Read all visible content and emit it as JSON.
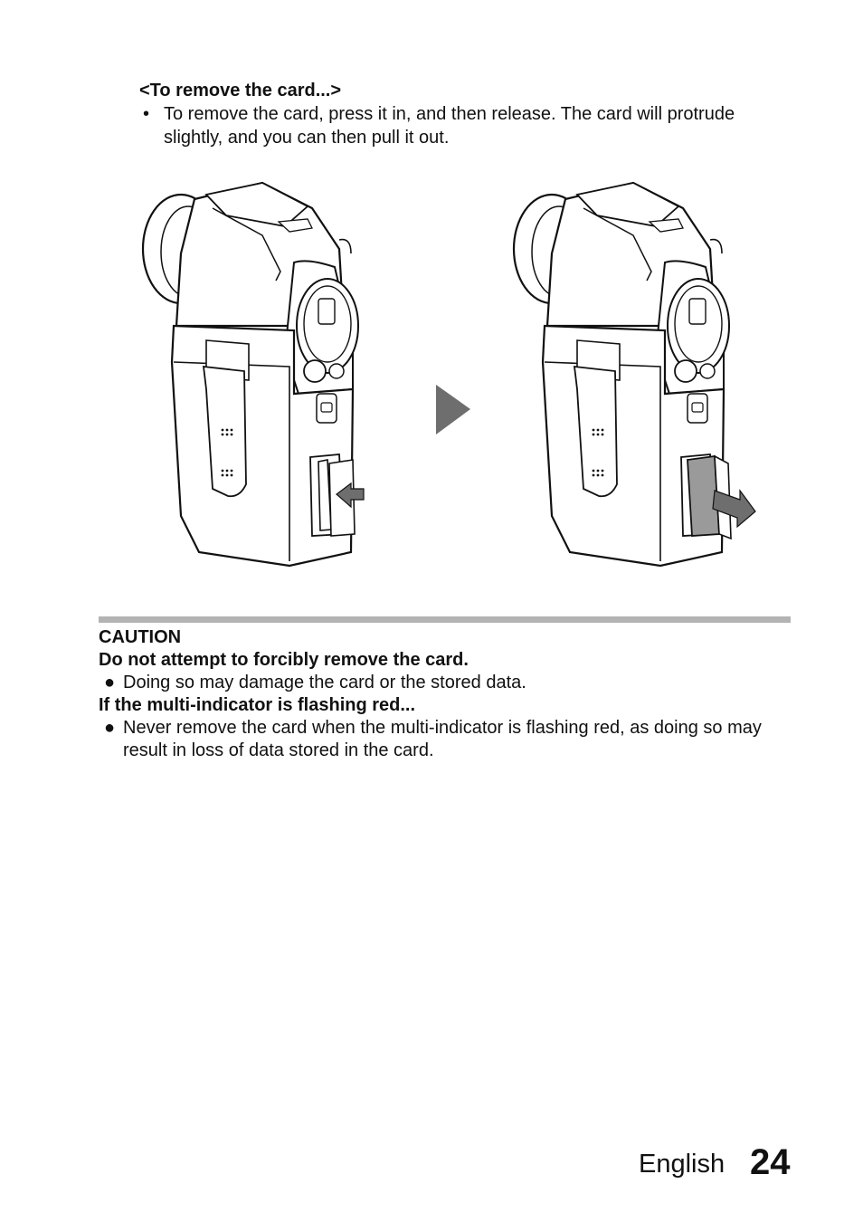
{
  "section": {
    "heading": "<To remove the card...>",
    "bullet": "•",
    "instruction": "To remove the card, press it in, and then release. The card will protrude slightly, and you can then pull it out."
  },
  "figure": {
    "left_image": "camera-card-pushed-in",
    "arrow_icon": "right-triangle-arrow-icon",
    "right_image": "camera-card-pulled-out",
    "line_color": "#111111",
    "accent_gray": "#6e6e6e"
  },
  "caution": {
    "title": "CAUTION",
    "items": [
      {
        "heading": "Do not attempt to forcibly remove the card.",
        "bullet": "●",
        "text": "Doing so may damage the card or the stored data."
      },
      {
        "heading": "If the multi-indicator is flashing red...",
        "bullet": "●",
        "text": "Never remove the card when the multi-indicator is flashing red, as doing so may result in loss of data stored in the card."
      }
    ]
  },
  "footer": {
    "language": "English",
    "page_number": "24"
  }
}
